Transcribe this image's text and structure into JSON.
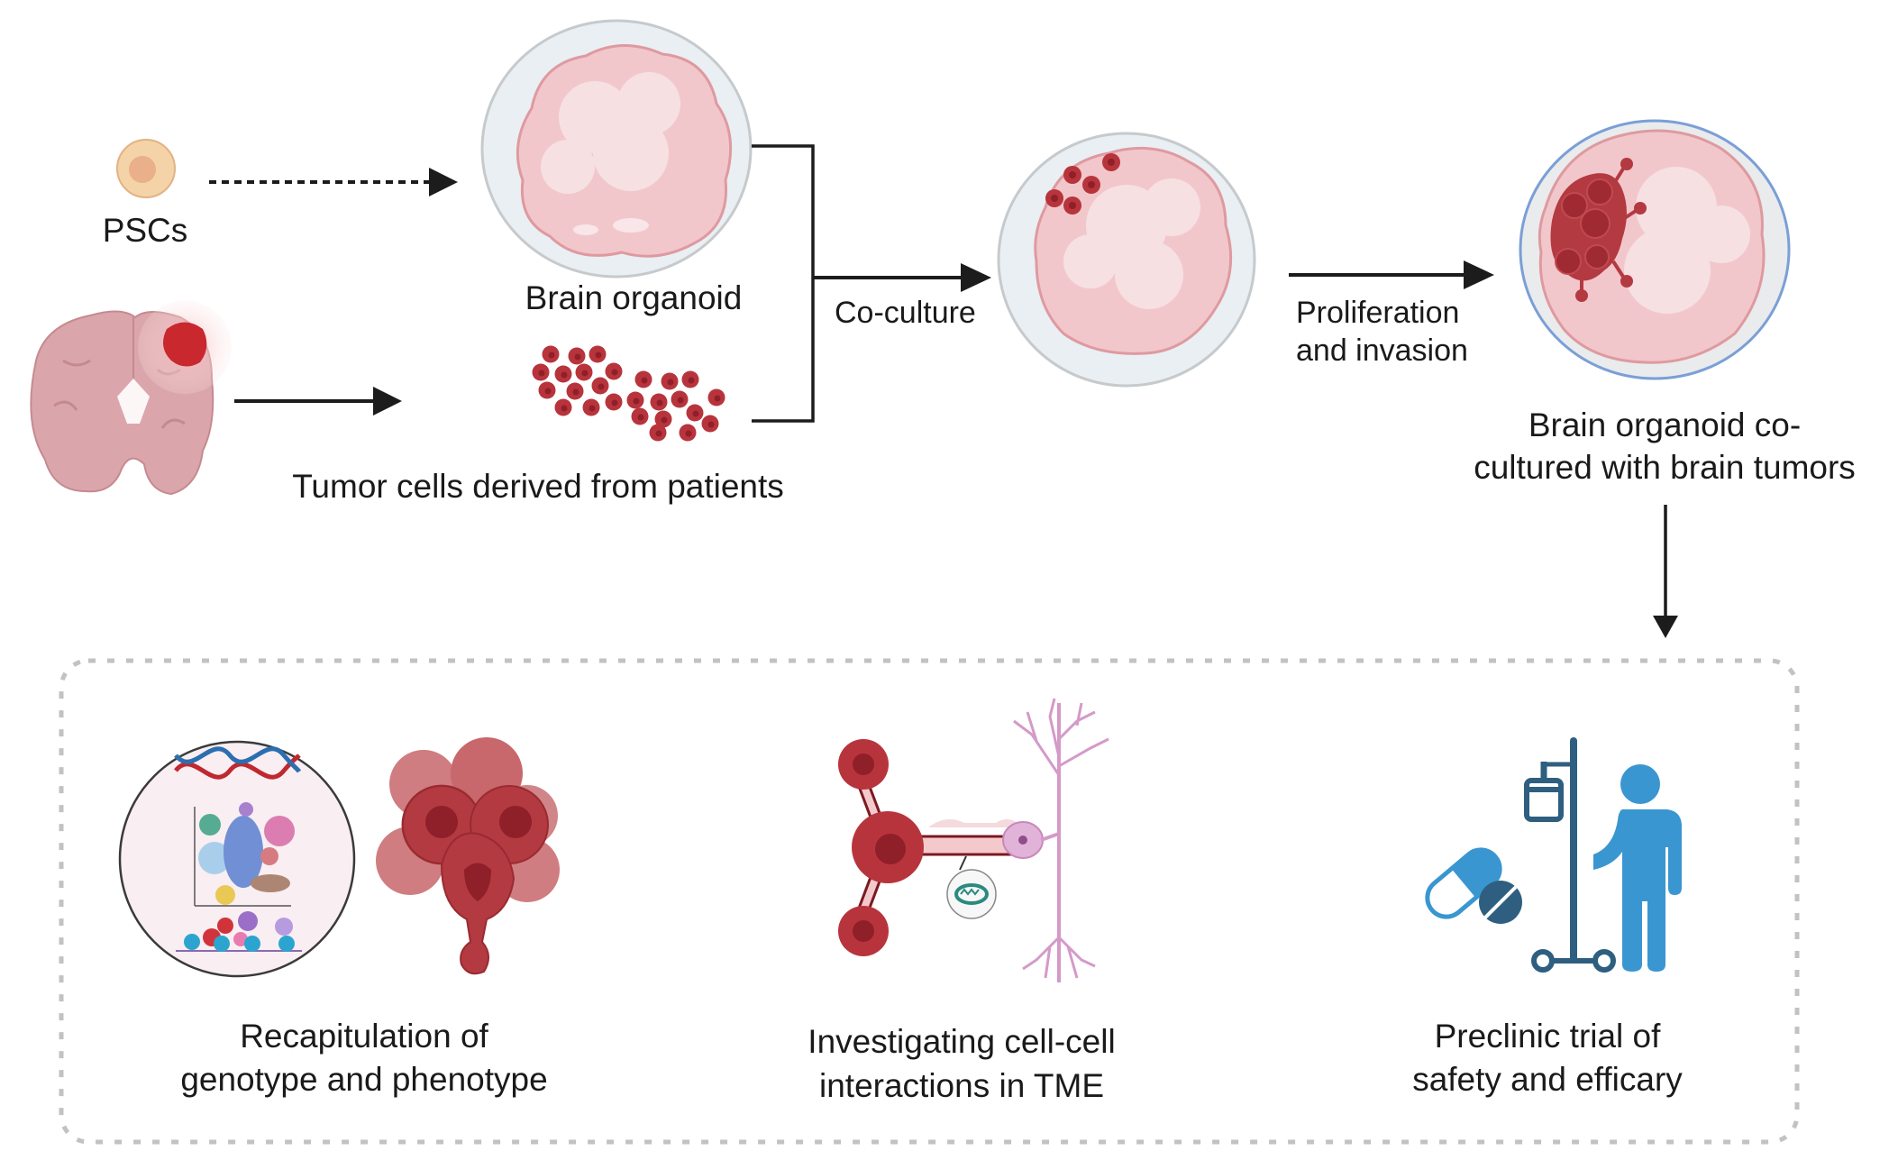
{
  "figure": {
    "type": "workflow-diagram",
    "colors": {
      "arrow": "#1c1c1c",
      "text": "#1a1a1a",
      "dashed_frame": "#c2c2c2",
      "organoid_pink": "#f2c7cb",
      "organoid_light": "#f6e0e2",
      "organoid_edge": "#de9aa0",
      "shell_fill": "#e9eff3",
      "shell_edge": "#c6cacc",
      "shell_edge_blue": "#7b9fd6",
      "tumor_red": "#b8343c",
      "tumor_core": "#8f1f28",
      "psc_outer": "#f4d3a8",
      "psc_inner": "#eab089",
      "brain_tissue": "#dba6ab",
      "neuron": "#d49ac8",
      "clinical_light_blue": "#3a96d0",
      "clinical_dark_blue": "#2e5f80"
    }
  },
  "steps": {
    "pscs": {
      "label": "PSCs",
      "icon": "stem-cell-icon"
    },
    "brain_organoid": {
      "label": "Brain organoid",
      "icon": "brain-organoid-icon"
    },
    "patient_brain": {
      "icon": "brain-tumor-section-icon"
    },
    "tumor_cells": {
      "label": "Tumor cells derived from patients",
      "icon": "tumor-cells-icon"
    },
    "co_culture": {
      "label": "Co-culture",
      "icon": "co-cultured-organoid-icon"
    },
    "proliferation": {
      "label_line1": "Proliferation",
      "label_line2": "and invasion"
    },
    "result": {
      "label_line1": "Brain organoid co-",
      "label_line2": "cultured with brain tumors",
      "icon": "invaded-organoid-icon"
    }
  },
  "applications": [
    {
      "label_line1": "Recapitulation of",
      "label_line2": "genotype and phenotype",
      "icons": [
        "genomics-circle-icon",
        "tumor-cluster-icon"
      ]
    },
    {
      "label_line1": "Investigating cell-cell",
      "label_line2": "interactions in TME",
      "icons": [
        "tumor-microtube-network-icon",
        "neuron-icon",
        "mitochondrion-icon"
      ]
    },
    {
      "label_line1": "Preclinic trial of",
      "label_line2": "safety and efficary",
      "icons": [
        "pill-icon",
        "iv-drip-icon",
        "patient-icon"
      ]
    }
  ]
}
